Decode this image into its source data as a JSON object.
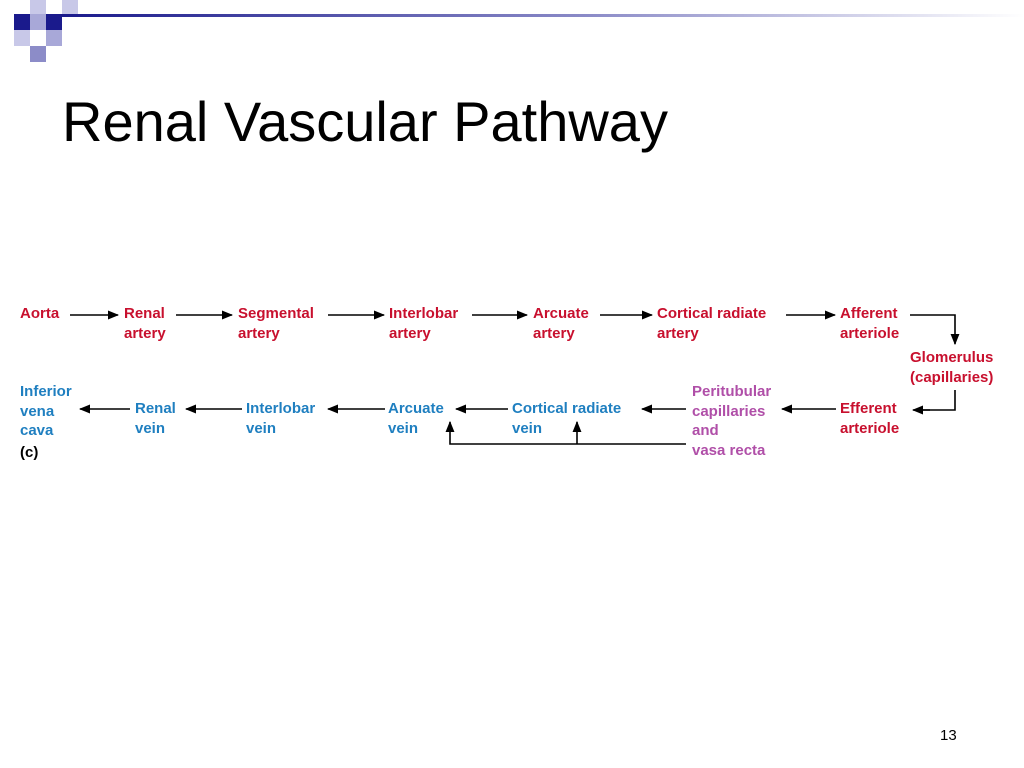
{
  "title": "Renal Vascular Pathway",
  "page_number": "13",
  "panel_label": "(c)",
  "colors": {
    "artery": "#c8102e",
    "vein": "#1f7fc0",
    "capillary": "#b04fa8",
    "arrow": "#000000",
    "deco_dark": "#1a1a8c",
    "deco_light": "#a8a8d8"
  },
  "arterial_path": [
    {
      "lines": [
        "Aorta"
      ]
    },
    {
      "lines": [
        "Renal",
        "artery"
      ]
    },
    {
      "lines": [
        "Segmental",
        "artery"
      ]
    },
    {
      "lines": [
        "Interlobar",
        "artery"
      ]
    },
    {
      "lines": [
        "Arcuate",
        "artery"
      ]
    },
    {
      "lines": [
        "Cortical radiate",
        "artery"
      ]
    },
    {
      "lines": [
        "Afferent",
        "arteriole"
      ]
    }
  ],
  "glomerulus": {
    "lines": [
      "Glomerulus",
      "(capillaries)"
    ]
  },
  "efferent": {
    "lines": [
      "Efferent",
      "arteriole"
    ]
  },
  "peritubular": {
    "lines": [
      "Peritubular",
      "capillaries",
      "and",
      "vasa recta"
    ]
  },
  "venous_path": [
    {
      "lines": [
        "Cortical radiate",
        "vein"
      ]
    },
    {
      "lines": [
        "Arcuate",
        "vein"
      ]
    },
    {
      "lines": [
        "Interlobar",
        "vein"
      ]
    },
    {
      "lines": [
        "Renal",
        "vein"
      ]
    },
    {
      "lines": [
        "Inferior",
        "vena",
        "cava"
      ]
    }
  ]
}
